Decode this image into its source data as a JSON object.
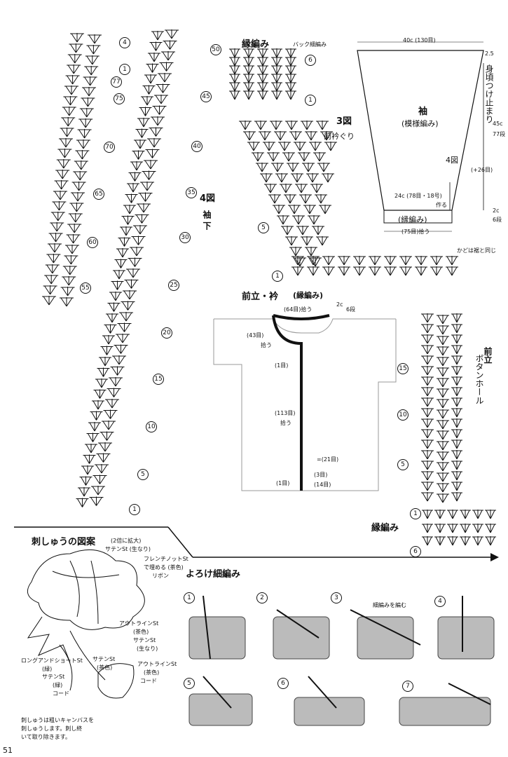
{
  "page_number": "51",
  "sleeve_chart": {
    "title_num": "4図",
    "title": "袖 下",
    "left_column_rows": [
      "4",
      "1",
      "77",
      "75",
      "70",
      "65",
      "60",
      "55"
    ],
    "right_column_rows": [
      "50",
      "45",
      "40",
      "35",
      "30",
      "25",
      "20",
      "15",
      "10",
      "5",
      "1"
    ]
  },
  "edging_top": {
    "title": "縁編み",
    "note": "バック細編み",
    "rows": [
      "6",
      "1"
    ]
  },
  "neckline_chart": {
    "title_num": "3図",
    "title": "前衿ぐり",
    "rows": [
      "5",
      "1"
    ]
  },
  "sleeve_schematic": {
    "title": "袖",
    "subtitle": "(模様編み)",
    "fig": "4図",
    "top_width": "40c (130目)",
    "top_right_1": "2.5",
    "top_right_2": "身頃つけ止まり",
    "side_len": "45c",
    "side_rows": "77段",
    "inc": "(+26目)",
    "bottom_width": "24c (78目・18号)",
    "make": "作る",
    "edging": "(縁編み)",
    "edging_pick": "(75目)拾う",
    "right_small": "2c",
    "right_rows": "6段"
  },
  "front_panel": {
    "title": "前立・衿",
    "subtitle": "(縁編み)",
    "top_pick": "(64目)拾う",
    "top_right": "2c",
    "top_rows": "6段",
    "neck_pick": "(43目)",
    "neck_pick2": "拾う",
    "one_st": "(1目)",
    "front_pick": "(113目)",
    "front_pick2": "拾う",
    "btnhole": "=(21目)",
    "three": "(3目)",
    "fourteen": "(14目)",
    "bottom_one": "(1目)"
  },
  "front_band_chart": {
    "corner_note": "かどは裾と同じ",
    "buttonhole": "ボタンホール",
    "band_title": "前立",
    "rows": [
      "15",
      "10",
      "5",
      "1",
      "6"
    ],
    "edging_label": "縁編み"
  },
  "embroidery": {
    "title": "刺しゅうの図案",
    "scale": "(2倍に拡大)",
    "labels": [
      "サテンSt (生なり)",
      "フレンチノットSt",
      "で埋める (茶色)",
      "リボン",
      "アウトラインSt",
      "(茶色)",
      "サテンSt",
      "(生なり)",
      "ロングアンドショートSt",
      "(緑)",
      "サテンSt",
      "(緑)",
      "サテンSt",
      "(茶色)",
      "コード",
      "アウトラインSt",
      "(茶色)",
      "コード"
    ],
    "note_1": "刺しゅうは粗いキャンバスを",
    "note_2": "刺しゅうします。刺し終",
    "note_3": "いて取り除きます。"
  },
  "yoroke": {
    "title": "よろけ細編み",
    "steps": [
      "1",
      "2",
      "3",
      "4",
      "5",
      "6",
      "7"
    ],
    "step3_note": "細編みを編む"
  }
}
